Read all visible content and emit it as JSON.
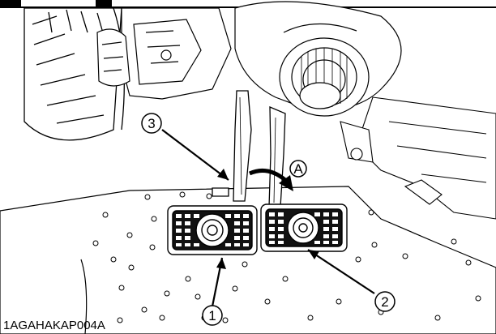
{
  "figure": {
    "code": "1AGAHAKAP004A",
    "callouts": [
      "3",
      "1",
      "2"
    ],
    "arrow_label": "A"
  }
}
